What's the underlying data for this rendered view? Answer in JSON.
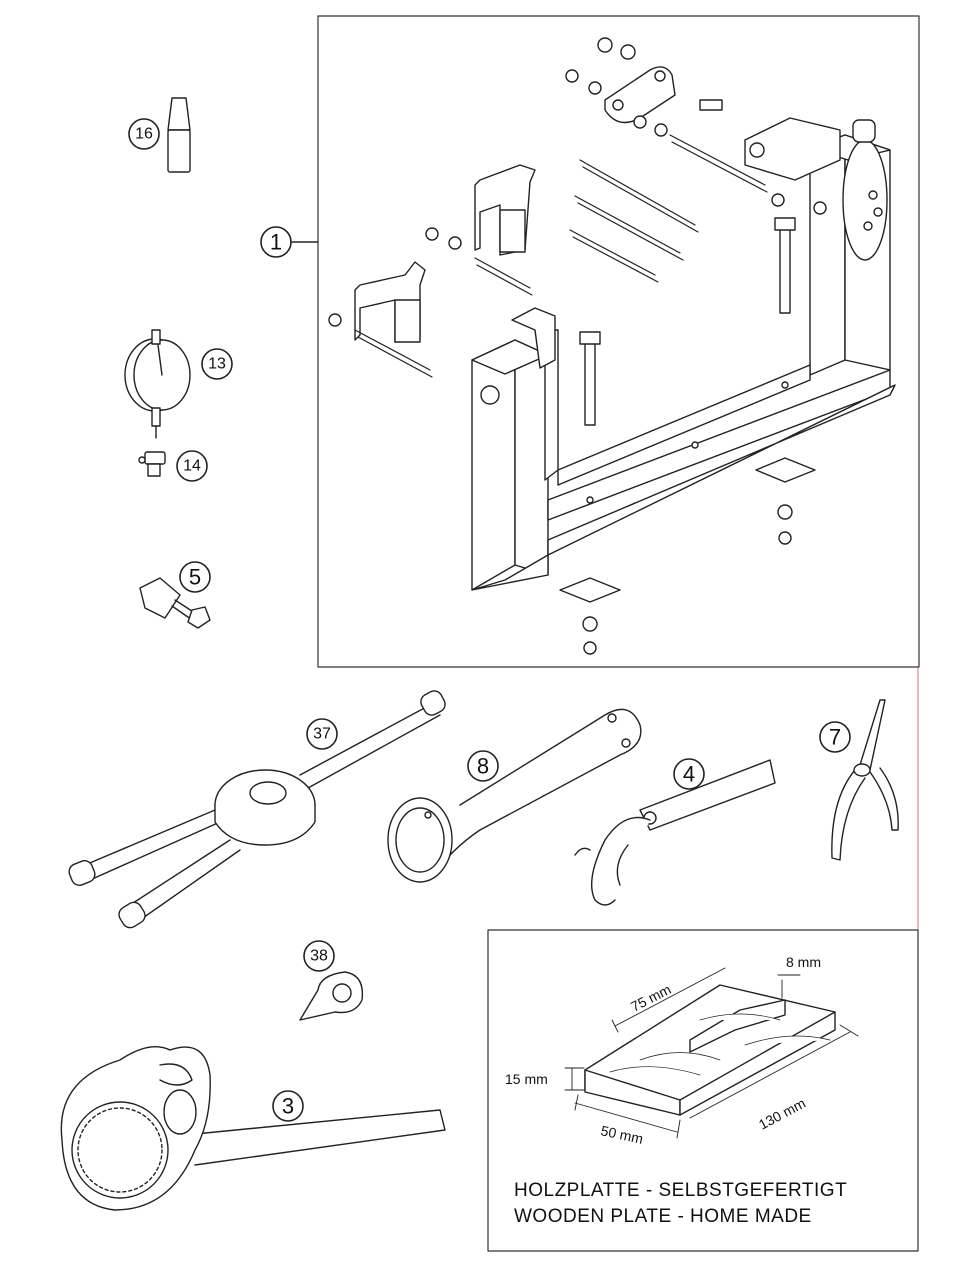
{
  "callouts": {
    "c1": "1",
    "c3": "3",
    "c4": "4",
    "c5": "5",
    "c7": "7",
    "c8": "8",
    "c13": "13",
    "c14": "14",
    "c16": "16",
    "c37": "37",
    "c38": "38"
  },
  "wooden_plate": {
    "dim_8": "8 mm",
    "dim_75": "75 mm",
    "dim_15": "15 mm",
    "dim_130": "130 mm",
    "dim_50": "50 mm",
    "caption_de": "HOLZPLATTE - SELBSTGEFERTIGT",
    "caption_en": "WOODEN PLATE - HOME MADE"
  },
  "colors": {
    "line": "#222222",
    "accent_edge": "#e8a0a0"
  }
}
